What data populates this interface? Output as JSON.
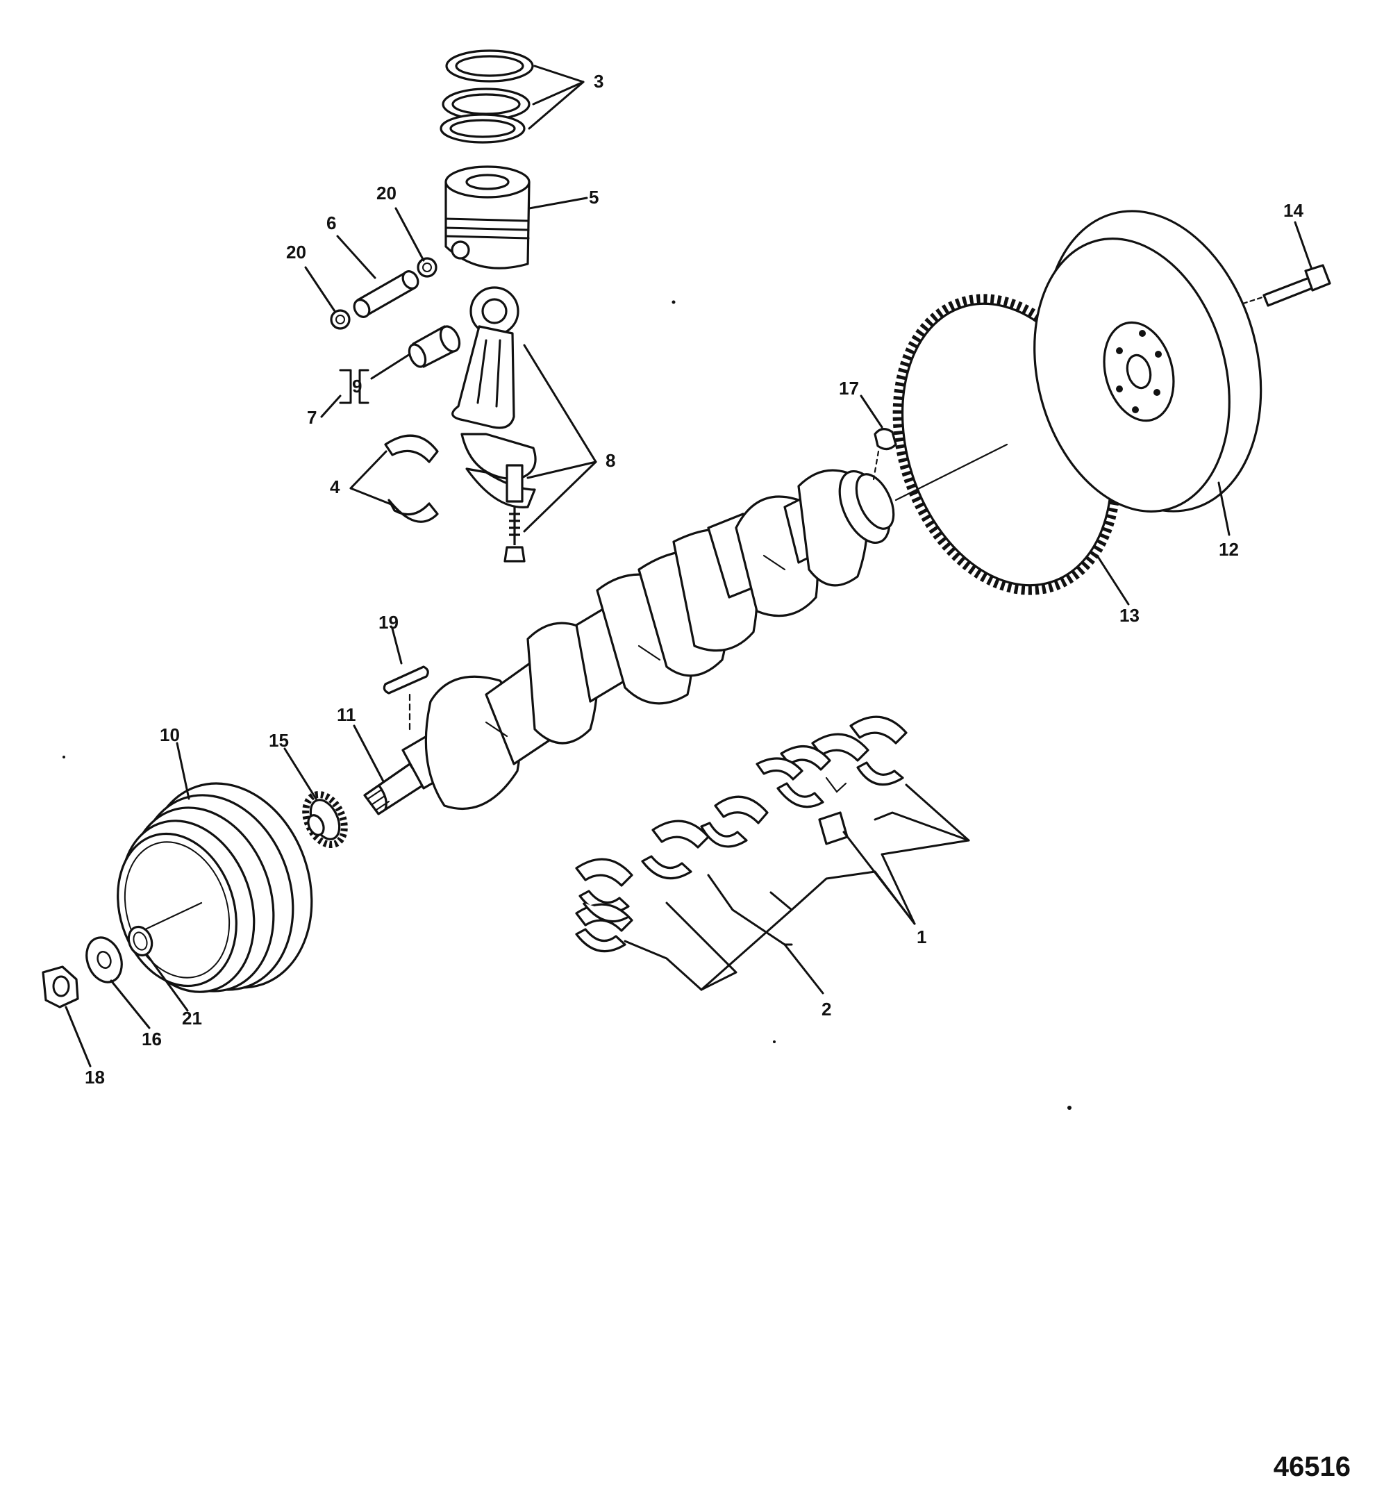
{
  "diagram": {
    "callouts": [
      "1",
      "2",
      "3",
      "4",
      "5",
      "6",
      "7",
      "8",
      "9",
      "10",
      "11",
      "12",
      "13",
      "14",
      "15",
      "16",
      "17",
      "18",
      "19",
      "20",
      "20",
      "21"
    ],
    "figure_number": "46516"
  }
}
